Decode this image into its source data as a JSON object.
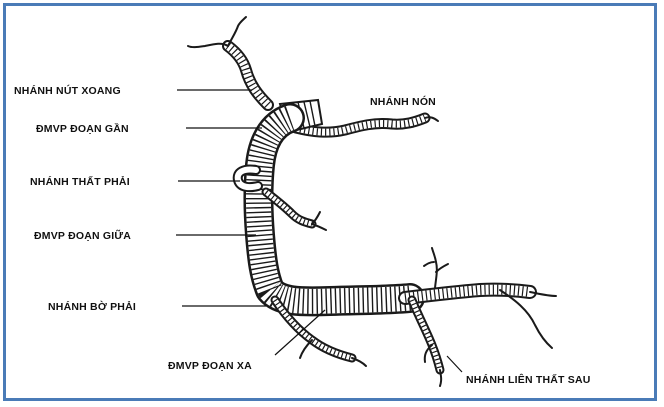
{
  "diagram": {
    "labels": {
      "nhanh_nut_xoang": "NHÁNH NÚT XOANG",
      "dmvp_doan_gan": "ĐMVP ĐOẠN GẦN",
      "nhanh_that_phai": "NHÁNH THẤT PHẢI",
      "dmvp_doan_giua": "ĐMVP ĐOẠN GIỮA",
      "nhanh_bo_phai": "NHÁNH BỜ  PHẢI",
      "nhanh_non": "NHÁNH NÓN",
      "dmvp_doan_xa": "ĐMVP ĐOẠN XA",
      "nhanh_lien_that_sau": "NHÁNH LIÊN THẤT SAU"
    },
    "colors": {
      "frame_border": "#4a7bb7",
      "ink": "#111111",
      "background": "#ffffff"
    }
  }
}
